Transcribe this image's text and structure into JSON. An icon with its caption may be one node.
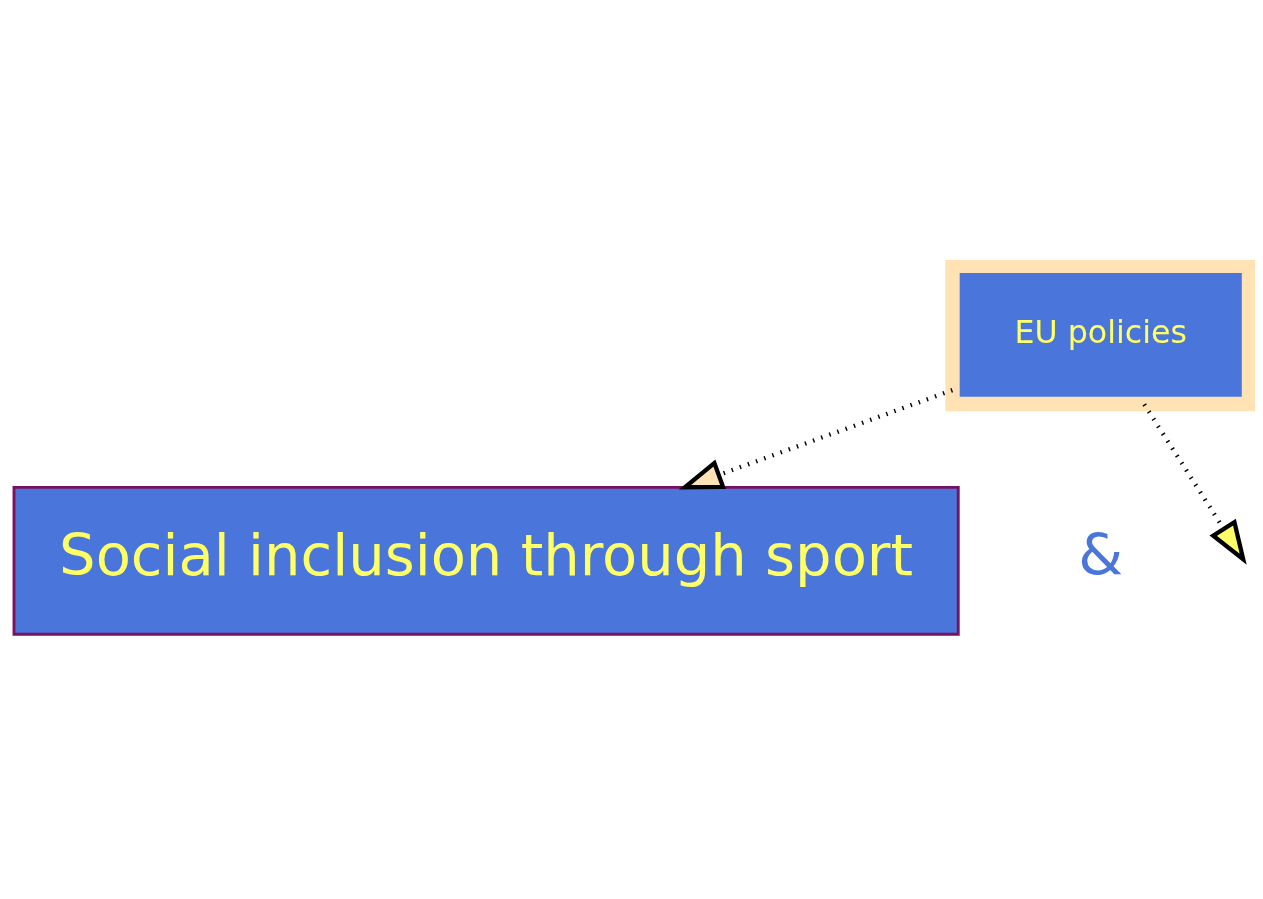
{
  "diagram": {
    "nodes": [
      {
        "text": [
          "EU policies"
        ]
      },
      {
        "text": [
          "Social inclusion through sport"
        ]
      }
    ],
    "edges": [
      {
        "from": 0,
        "to": 1,
        "arrow": "to",
        "style": "dashed"
      },
      {
        "from": 0,
        "to": null,
        "arrow": "to",
        "style": "dashed"
      }
    ],
    "labels": [
      "&"
    ]
  }
}
